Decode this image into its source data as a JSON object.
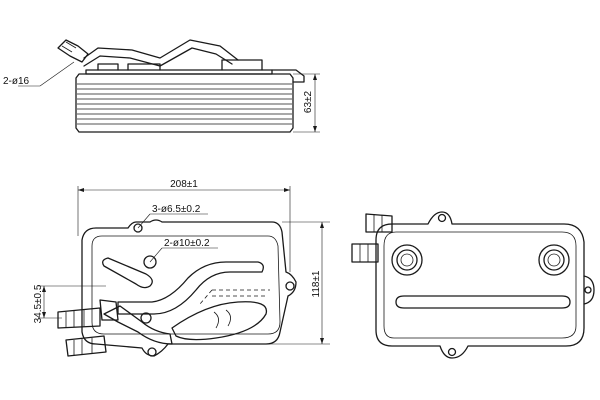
{
  "dimensions": {
    "port_diameter": "2-ø16",
    "height": "63±2",
    "width": "208±1",
    "bolt_holes": "3-ø6.5±0.2",
    "pipe_holes": "2-ø10±0.2",
    "port_spacing": "34.5±0.5",
    "length": "118±1"
  },
  "colors": {
    "line": "#1a1a1a",
    "background": "#ffffff"
  }
}
